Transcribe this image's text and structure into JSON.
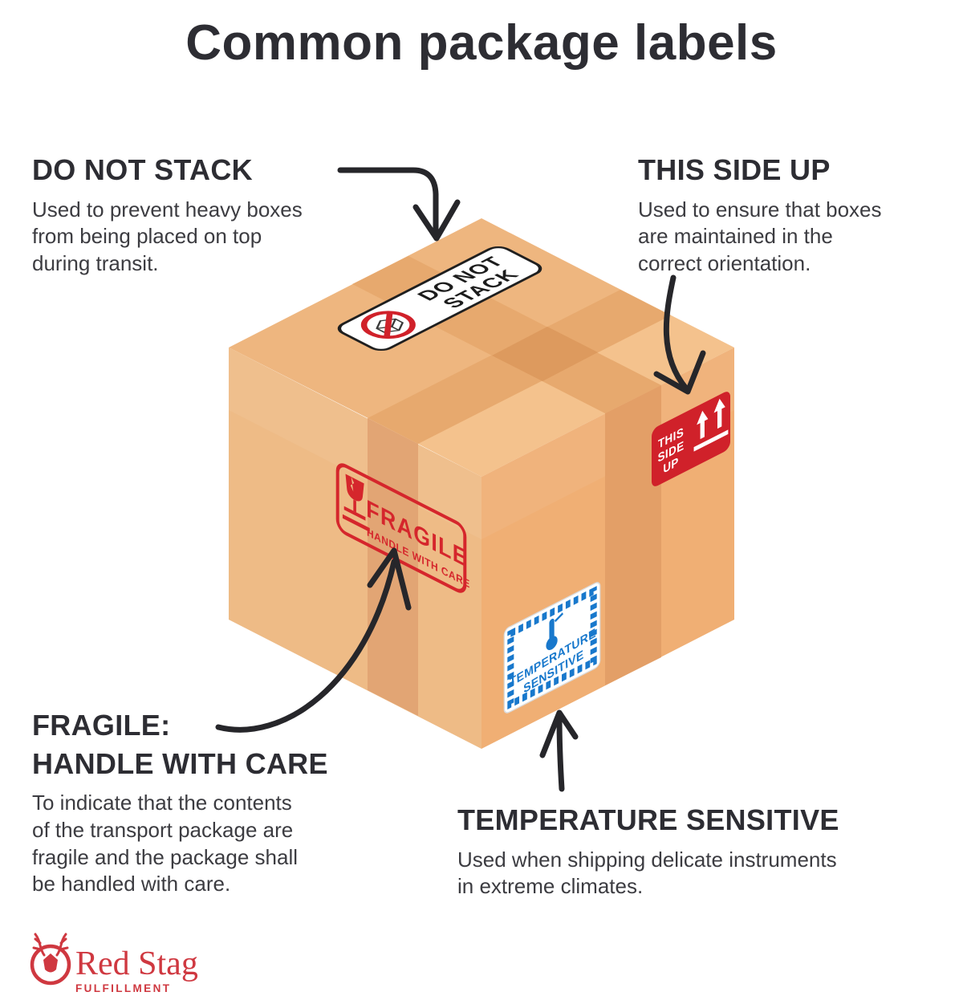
{
  "title": "Common package labels",
  "annotations": {
    "do_not_stack": {
      "heading": "DO NOT STACK",
      "description": "Used to prevent heavy boxes\nfrom being placed on top\nduring transit."
    },
    "this_side_up": {
      "heading": "THIS SIDE UP",
      "description": "Used to ensure that boxes\nare maintained in the\ncorrect orientation."
    },
    "fragile": {
      "heading": "FRAGILE:\nHANDLE WITH CARE",
      "description": "To indicate that the contents\nof the transport package are\nfragile and the package shall\nbe handled with care."
    },
    "temperature_sensitive": {
      "heading": "TEMPERATURE SENSITIVE",
      "description": "Used when shipping delicate instruments\nin extreme climates."
    }
  },
  "box_stickers": {
    "do_not_stack": {
      "line1": "DO NOT",
      "line2": "STACK"
    },
    "this_side_up": {
      "line1": "THIS",
      "line2": "SIDE",
      "line3": "UP"
    },
    "fragile": {
      "title": "FRAGILE",
      "subtitle": "HANDLE WITH CARE"
    },
    "temperature_sensitive": {
      "line1": "TEMPERATURE",
      "line2": "SENSITIVE"
    }
  },
  "logo": {
    "brand": "Red Stag",
    "tagline": "FULFILLMENT"
  },
  "icons": [
    "no-stack-prohibition-icon",
    "up-arrows-icon",
    "broken-glass-icon",
    "thermometer-icon",
    "stag-logo-icon"
  ],
  "colors": {
    "label_red": "#d0212a",
    "fragile_red": "#d5262c",
    "temperature_blue": "#1878cc",
    "cardboard_top_light": "#f4c28d",
    "cardboard_top_dark": "#eeb67f",
    "cardboard_left": "#eebb86",
    "cardboard_right": "#f0af74",
    "tape": "#e7a96e",
    "ink": "#2d2d33",
    "logo_red": "#cf3840"
  }
}
